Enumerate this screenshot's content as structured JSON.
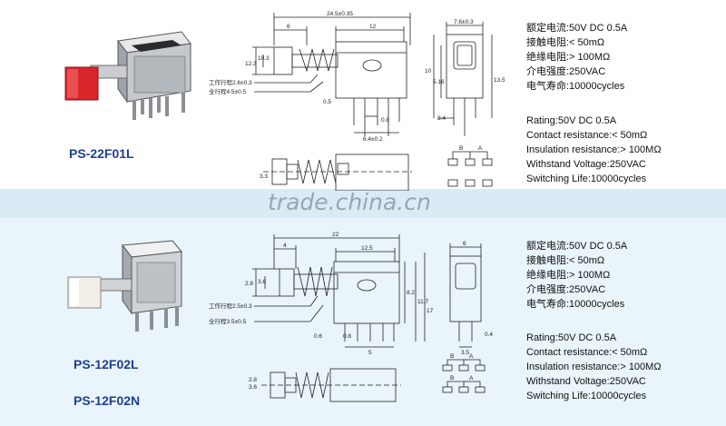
{
  "watermark": "trade.china.cn",
  "products": [
    {
      "model": "PS-22F01L",
      "dims": [
        "24.5±0.35",
        "6",
        "12",
        "7.6±0.3",
        "10",
        "5.16",
        "13.5",
        "0.5",
        "3.4",
        "0.8",
        "6.4±0.2",
        "12.3",
        "10.3",
        "3.3"
      ],
      "dim_notes": [
        "工作行程2.6±0.3",
        "全行程4.5±0.5"
      ],
      "pin_labels": [
        "B",
        "A"
      ],
      "spec_cn": [
        "额定电流:50V DC 0.5A",
        "接触电阻:< 50mΩ",
        "绝缘电阻:> 100MΩ",
        "介电强度:250VAC",
        "电气寿命:10000cycles"
      ],
      "spec_en": [
        "Rating:50V DC 0.5A",
        "Contact resistance:< 50mΩ",
        "Insulation resistance:> 100MΩ",
        "Withstand Voltage:250VAC",
        "Switching Life:10000cycles"
      ]
    },
    {
      "models": [
        "PS-12F02L",
        "PS-12F02N"
      ],
      "dims": [
        "22",
        "4",
        "12.5",
        "6",
        "2.8",
        "3.6",
        "8.2",
        "11.7",
        "17",
        "0.6",
        "5",
        "0.8",
        "3.5",
        "0.4",
        "3.6",
        "2.8"
      ],
      "dim_notes": [
        "工作行程2.5±0.3",
        "全行程3.5±0.5"
      ],
      "pin_labels": [
        "B",
        "A",
        "B",
        "A"
      ],
      "spec_cn": [
        "额定电流:50V DC 0.5A",
        "接触电阻:< 50mΩ",
        "绝缘电阻:> 100MΩ",
        "介电强度:250VAC",
        "电气寿命:10000cycles"
      ],
      "spec_en": [
        "Rating:50V DC 0.5A",
        "Contact resistance:< 50mΩ",
        "Insulation resistance:> 100MΩ",
        "Withstand Voltage:250VAC",
        "Switching Life:10000cycles"
      ]
    }
  ],
  "colors": {
    "model_text": "#1f3f8f",
    "actuator_red": "#d8262b",
    "actuator_white": "#f2efe8",
    "band": "#d9ecf5",
    "panel_bottom": "#e9f4fb"
  },
  "icons": [
    "push-switch-photo-red",
    "push-switch-photo-white",
    "brand-logo-icon"
  ]
}
